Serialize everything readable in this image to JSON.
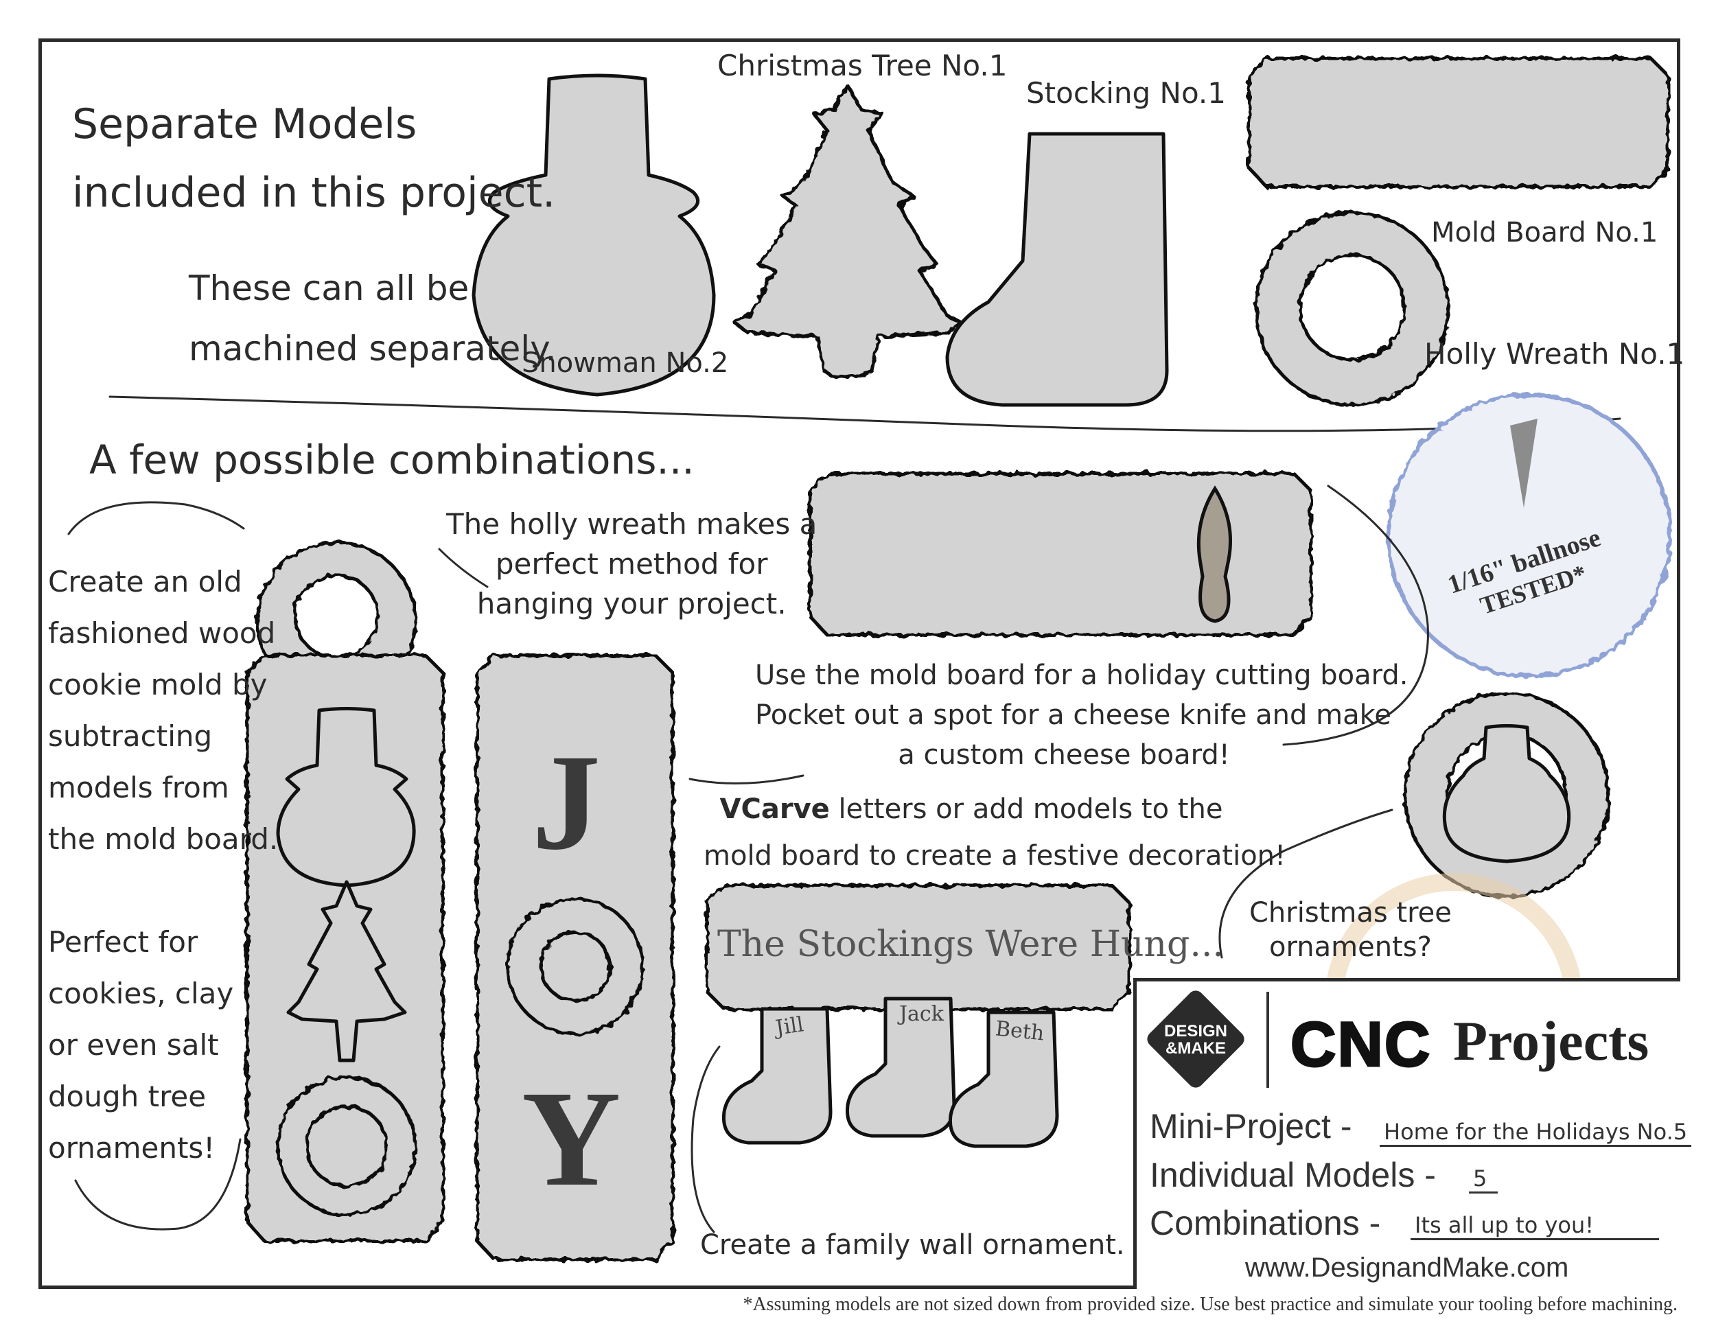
{
  "header": {
    "separate_line1": "Separate Models",
    "separate_line2": "included in this project.",
    "machined_line1": "These can all be",
    "machined_line2": "machined separately."
  },
  "models": {
    "tree": "Christmas Tree No.1",
    "stocking": "Stocking No.1",
    "snowman": "Snowman No.2",
    "moldboard": "Mold Board No.1",
    "wreath": "Holly Wreath No.1"
  },
  "combinations": {
    "heading": "A few possible combinations...",
    "cookie_mold": [
      "Create an old",
      "fashioned wood",
      "cookie mold by",
      "subtracting",
      "models from",
      "the mold board."
    ],
    "perfect_for": [
      "Perfect for",
      "cookies, clay",
      "or even salt",
      "dough tree",
      "ornaments!"
    ],
    "holly_hang": [
      "The holly wreath makes a",
      "perfect method for",
      "hanging your project."
    ],
    "cutting_board": [
      "Use the mold board for a holiday cutting board.",
      "Pocket out a spot for a cheese knife and make",
      "a custom cheese board!"
    ],
    "vcarve_prefix": "VCarve",
    "vcarve_rest": " letters or add models to the",
    "vcarve_line2": "mold board to create a festive decoration!",
    "ornaments": [
      "Christmas tree",
      "ornaments?"
    ],
    "family": "Create a family wall ornament.",
    "stockings_sign": "The Stockings Were Hung...",
    "names": [
      "Jill",
      "Jack",
      "Beth"
    ],
    "joy_j": "J",
    "joy_y": "Y"
  },
  "badge": {
    "line1": "1/16\" ballnose",
    "line2": "TESTED*"
  },
  "brand": {
    "logo_line1": "DESIGN",
    "logo_line2": "&MAKE",
    "cnc": "CNC",
    "projects": "Projects"
  },
  "info": {
    "mini_label": "Mini-Project -",
    "mini_value": "Home for the Holidays No.5",
    "models_label": "Individual Models -",
    "models_value": "5",
    "combos_label": "Combinations -",
    "combos_value": "Its all up to you!",
    "url": "www.DesignandMake.com"
  },
  "footnote": "*Assuming models are not sized down from provided size. Use best practice and simulate your tooling before machining."
}
